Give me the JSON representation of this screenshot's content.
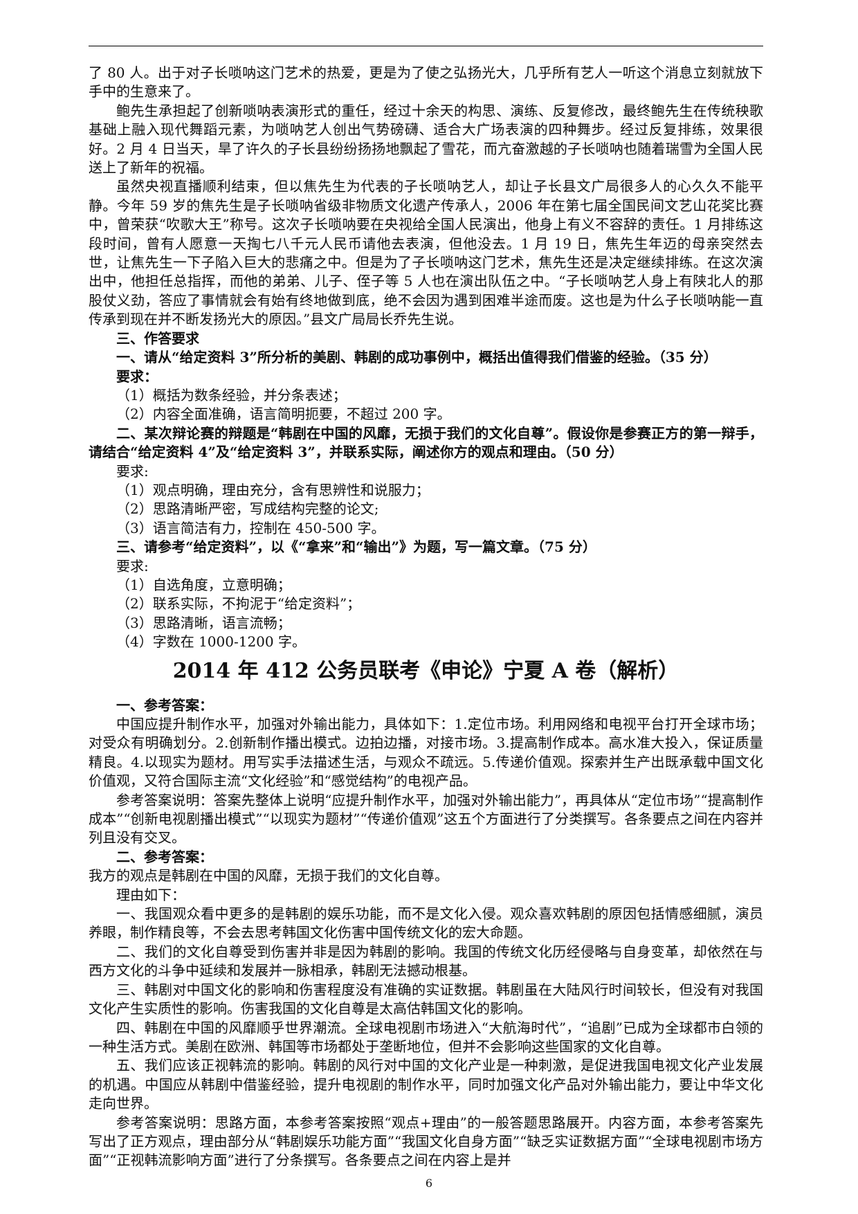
{
  "page_number": "6",
  "continuation": [
    "了 80 人。出于对子长唢呐这门艺术的热爱，更是为了使之弘扬光大，几乎所有艺人一听这个消息立刻就放下手中的生意来了。",
    "鲍先生承担起了创新唢呐表演形式的重任，经过十余天的构思、演练、反复修改，最终鲍先生在传统秧歌基础上融入现代舞蹈元素，为唢呐艺人创出气势磅礴、适合大广场表演的四种舞步。经过反复排练，效果很好。2 月 4 日当天，旱了许久的子长县纷纷扬扬地飘起了雪花，而亢奋激越的子长唢呐也随着瑞雪为全国人民送上了新年的祝福。",
    "虽然央视直播顺利结束，但以焦先生为代表的子长唢呐艺人，却让子长县文广局很多人的心久久不能平静。今年 59 岁的焦先生是子长唢呐省级非物质文化遗产传承人，2006 年在第七届全国民间文艺山花奖比赛中，曾荣获“吹歌大王”称号。这次子长唢呐要在央视给全国人民演出，他身上有义不容辞的责任。1 月排练这段时间，曾有人愿意一天掏七八千元人民币请他去表演，但他没去。1 月 19 日，焦先生年迈的母亲突然去世，让焦先生一下子陷入巨大的悲痛之中。但是为了子长唢呐这门艺术，焦先生还是决定继续排练。在这次演出中，他担任总指挥，而他的弟弟、儿子、侄子等 5 人也在演出队伍之中。“子长唢呐艺人身上有陕北人的那股仗义劲，答应了事情就会有始有终地做到底，绝不会因为遇到困难半途而废。这也是为什么子长唢呐能一直传承到现在并不断发扬光大的原因。”县文广局局长乔先生说。"
  ],
  "requirements": {
    "heading": "三、作答要求",
    "q1": "一、请从“给定资料 3”所分析的美剧、韩剧的成功事例中，概括出值得我们借鉴的经验。（35 分）",
    "q1_req_label": "要求：",
    "q1_items": [
      "（1）概括为数条经验，并分条表述；",
      "（2）内容全面准确，语言简明扼要，不超过 200 字。"
    ],
    "q2": "二、某次辩论赛的辩题是“韩剧在中国的风靡，无损于我们的文化自尊”。假设你是参赛正方的第一辩手，请结合“给定资料 4”及“给定资料 3”，并联系实际，阐述你方的观点和理由。（50 分）",
    "q2_req_label": "要求:",
    "q2_items": [
      "（1）观点明确，理由充分，含有思辨性和说服力；",
      "（2）思路清晰严密，写成结构完整的论文;",
      "（3）语言简洁有力，控制在 450-500 字。"
    ],
    "q3": "三、请参考“给定资料”，以《“拿来”和“输出”》为题，写一篇文章。（75 分）",
    "q3_req_label": "要求:",
    "q3_items": [
      "（1）自选角度，立意明确；",
      "（2）联系实际，不拘泥于“给定资料”；",
      "（3）思路清晰，语言流畅；",
      "（4）字数在 1000-1200 字。"
    ]
  },
  "analysis_title": "2014 年 412 公务员联考《申论》宁夏 A 卷（解析）",
  "answer1": {
    "heading": "一、参考答案：",
    "body": "中国应提升制作水平，加强对外输出能力，具体如下：1.定位市场。利用网络和电视平台打开全球市场；对受众有明确划分。2.创新制作播出模式。边拍边播，对接市场。3.提高制作成本。高水准大投入，保证质量精良。4.以现实为题材。用写实手法描述生活，与观众不疏远。5.传递价值观。探索并生产出既承载中国文化价值观，又符合国际主流“文化经验”和“感觉结构”的电视产品。",
    "note": "参考答案说明：答案先整体上说明“应提升制作水平，加强对外输出能力”，再具体从“定位市场”“提高制作成本”“创新电视剧播出模式”“以现实为题材”“传递价值观”这五个方面进行了分类撰写。各条要点之间在内容并列且没有交叉。"
  },
  "answer2": {
    "heading": "二、参考答案：",
    "viewpoint": "我方的观点是韩剧在中国的风靡，无损于我们的文化自尊。",
    "reasons_intro": "理由如下：",
    "reasons": [
      "一、我国观众看中更多的是韩剧的娱乐功能，而不是文化入侵。观众喜欢韩剧的原因包括情感细腻，演员养眼，制作精良等，不会去思考韩国文化伤害中国传统文化的宏大命题。",
      "二、我们的文化自尊受到伤害并非是因为韩剧的影响。我国的传统文化历经侵略与自身变革，却依然在与西方文化的斗争中延续和发展并一脉相承，韩剧无法撼动根基。",
      "三、韩剧对中国文化的影响和伤害程度没有准确的实证数据。韩剧虽在大陆风行时间较长，但没有对我国文化产生实质性的影响。伤害我国的文化自尊是太高估韩国文化的影响。",
      "四、韩剧在中国的风靡顺乎世界潮流。全球电视剧市场进入“大航海时代”，“追剧”已成为全球都市白领的一种生活方式。美剧在欧洲、韩国等市场都处于垄断地位，但并不会影响这些国家的文化自尊。",
      "五、我们应该正视韩流的影响。韩剧的风行对中国的文化产业是一种刺激，是促进我国电视文化产业发展的机遇。中国应从韩剧中借鉴经验，提升电视剧的制作水平，同时加强文化产品对外输出能力，要让中华文化走向世界。"
    ],
    "note": "参考答案说明：思路方面，本参考答案按照“观点+理由”的一般答题思路展开。内容方面，本参考答案先写出了正方观点，理由部分从“韩剧娱乐功能方面”“我国文化自身方面”“缺乏实证数据方面”“全球电视剧市场方面”“正视韩流影响方面”进行了分条撰写。各条要点之间在内容上是并"
  }
}
